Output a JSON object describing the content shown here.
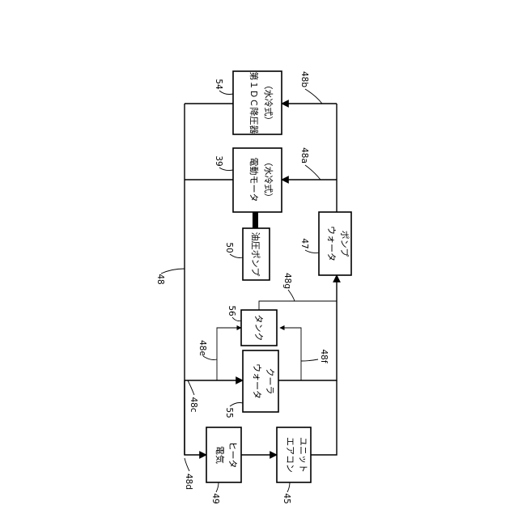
{
  "figure": {
    "boxes": {
      "dc_converter": {
        "ref": "54",
        "line1": "第１ＤＣ降圧器",
        "line2": "（水冷式）"
      },
      "motor": {
        "ref": "39",
        "line1": "電動モータ",
        "line2": "（水冷式）"
      },
      "oil_pump": {
        "ref": "50",
        "line1": "油圧ポンプ"
      },
      "water_pump": {
        "ref": "47",
        "line1": "ウォータ",
        "line2": "ポンプ"
      },
      "tank": {
        "ref": "56",
        "line1": "タンク"
      },
      "water_cooler": {
        "ref": "55",
        "line1": "ウォータ",
        "line2": "クーラ"
      },
      "heater": {
        "ref": "49",
        "line1": "電気",
        "line2": "ヒータ"
      },
      "aircon": {
        "ref": "45",
        "line1": "エアコン",
        "line2": "ユニット"
      }
    },
    "paths": {
      "main": "48",
      "branch_b": "48b",
      "branch_a": "48a",
      "branch_g": "48g",
      "branch_e": "48e",
      "branch_f": "48f",
      "branch_c": "48c",
      "branch_d": "48d"
    }
  }
}
